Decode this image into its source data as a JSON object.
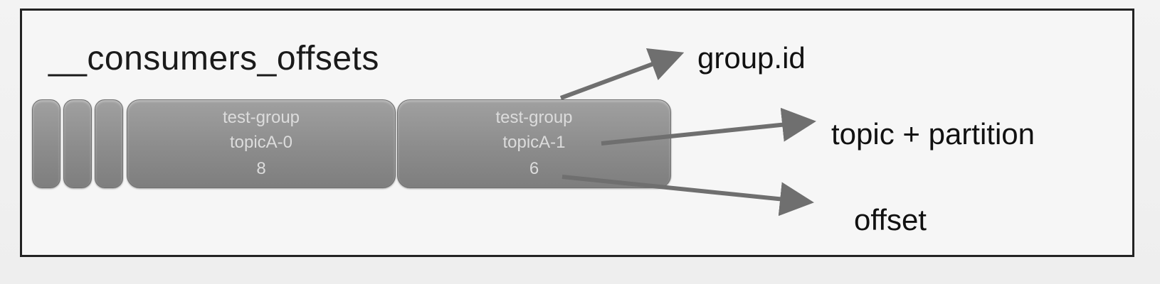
{
  "diagram": {
    "title": "__consumers_offsets",
    "segments": [
      {
        "line1": "test-group",
        "line2": "topicA-0",
        "line3": "8"
      },
      {
        "line1": "test-group",
        "line2": "topicA-1",
        "line3": "6"
      }
    ],
    "labels": {
      "group_id": "group.id",
      "topic_partition": "topic + partition",
      "offset": "offset"
    },
    "colors": {
      "segment_fill": "#8e8e8e",
      "segment_text": "#dcdcdc",
      "arrow": "#6f6f6f",
      "frame_border": "#222222"
    }
  }
}
